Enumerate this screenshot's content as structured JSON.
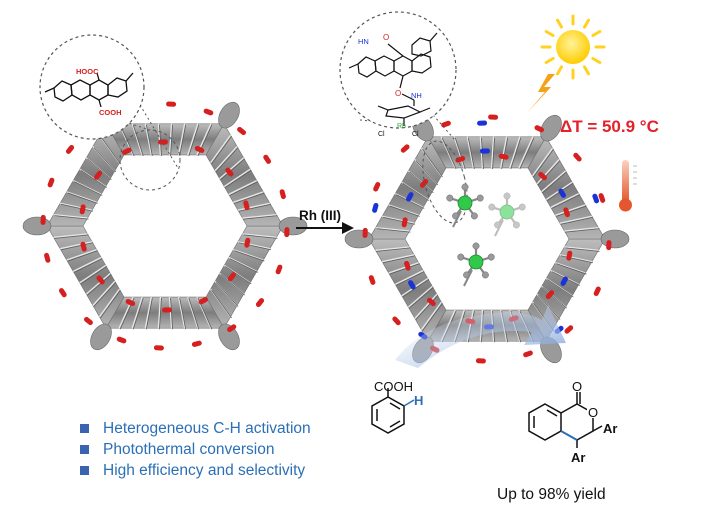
{
  "colors": {
    "accent": "#2b6fb7",
    "bullet": "#3a64b0",
    "oxygen": "#d61f1f",
    "nitrogen": "#1a33d6",
    "rhodium": "#30c94a",
    "framework": "#8c8c8c",
    "arrow_blue": "#7fa3d6",
    "sun": "#ffd21f",
    "bolt": "#f4a21a"
  },
  "linker_left": {
    "cooh_top": "HOOC",
    "cooh_bottom": "COOH"
  },
  "linker_right": {
    "amide_top": "HN",
    "amide_bottom": "NH",
    "oxo_top": "O",
    "oxo_bottom": "O",
    "metal": "Rh",
    "halide_left": "Cl",
    "halide_right": "Cl"
  },
  "reaction": {
    "reagent": "Rh (III)"
  },
  "photothermal": {
    "delta_t": "ΔT = 50.9 °C",
    "sun_icon": "sun-icon",
    "bolt_icon": "lightning-icon",
    "thermometer_icon": "thermometer-icon"
  },
  "substrate": {
    "acid_label": "COOH",
    "h_label": "H"
  },
  "product": {
    "carbonyl_o": "O",
    "ring_o": "O",
    "ar_top": "Ar",
    "ar_bottom": "Ar",
    "yield": "Up to 98% yield"
  },
  "bullets": [
    "Heterogeneous C-H activation",
    "Photothermal conversion",
    "High efficiency and selectivity"
  ]
}
